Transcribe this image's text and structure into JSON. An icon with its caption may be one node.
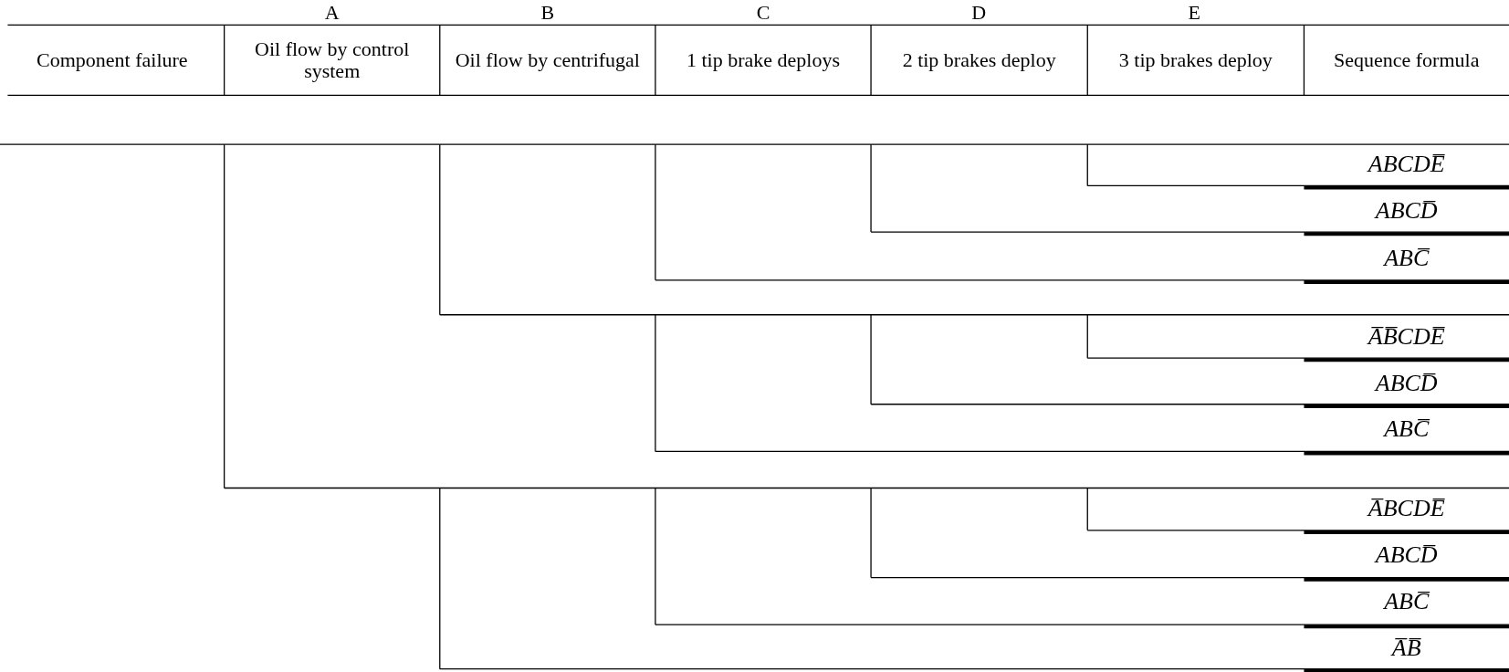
{
  "diagram": {
    "labels": [
      "A",
      "B",
      "C",
      "D",
      "E",
      "Component failure",
      "Oil flow by control system",
      "Oil flow by centrifugal",
      "1 tip brake deploys",
      "2 tip brakes deploy",
      "3 tip brakes deploy",
      "Sequence formula",
      "ABCDE̅",
      "ABCD̅",
      "ABC̅",
      "A̅B̅CDE̅",
      "ABCD̅",
      "ABC̅",
      "A̅BCDE̅",
      "ABCD̅",
      "ABC̅",
      "A̅B̅"
    ]
  }
}
